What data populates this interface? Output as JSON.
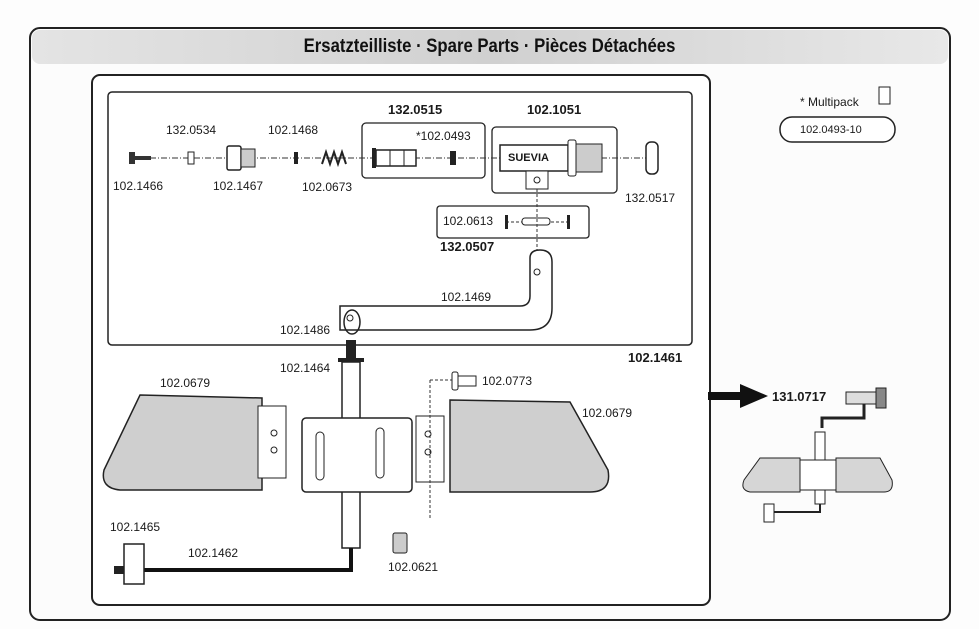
{
  "title": "Ersatzteilliste · Spare Parts · Pièces Détachées",
  "multipack": {
    "label": "* Multipack",
    "part": "102.0493-10"
  },
  "parts": {
    "p132_0515": "132.0515",
    "p102_1051": "102.1051",
    "p132_0534": "132.0534",
    "p102_1468": "102.1468",
    "p102_0493": "*102.0493",
    "p102_1466": "102.1466",
    "p102_1467": "102.1467",
    "p102_0673": "102.0673",
    "p132_0517": "132.0517",
    "p102_0613": "102.0613",
    "p132_0507": "132.0507",
    "p102_1469": "102.1469",
    "p102_1486": "102.1486",
    "p102_1461": "102.1461",
    "p102_1464": "102.1464",
    "p102_0679_left": "102.0679",
    "p102_0679_right": "102.0679",
    "p102_0773": "102.0773",
    "p102_1465": "102.1465",
    "p102_1462": "102.1462",
    "p102_0621": "102.0621",
    "p131_0717": "131.0717"
  },
  "brand_label": "SUEVIA"
}
